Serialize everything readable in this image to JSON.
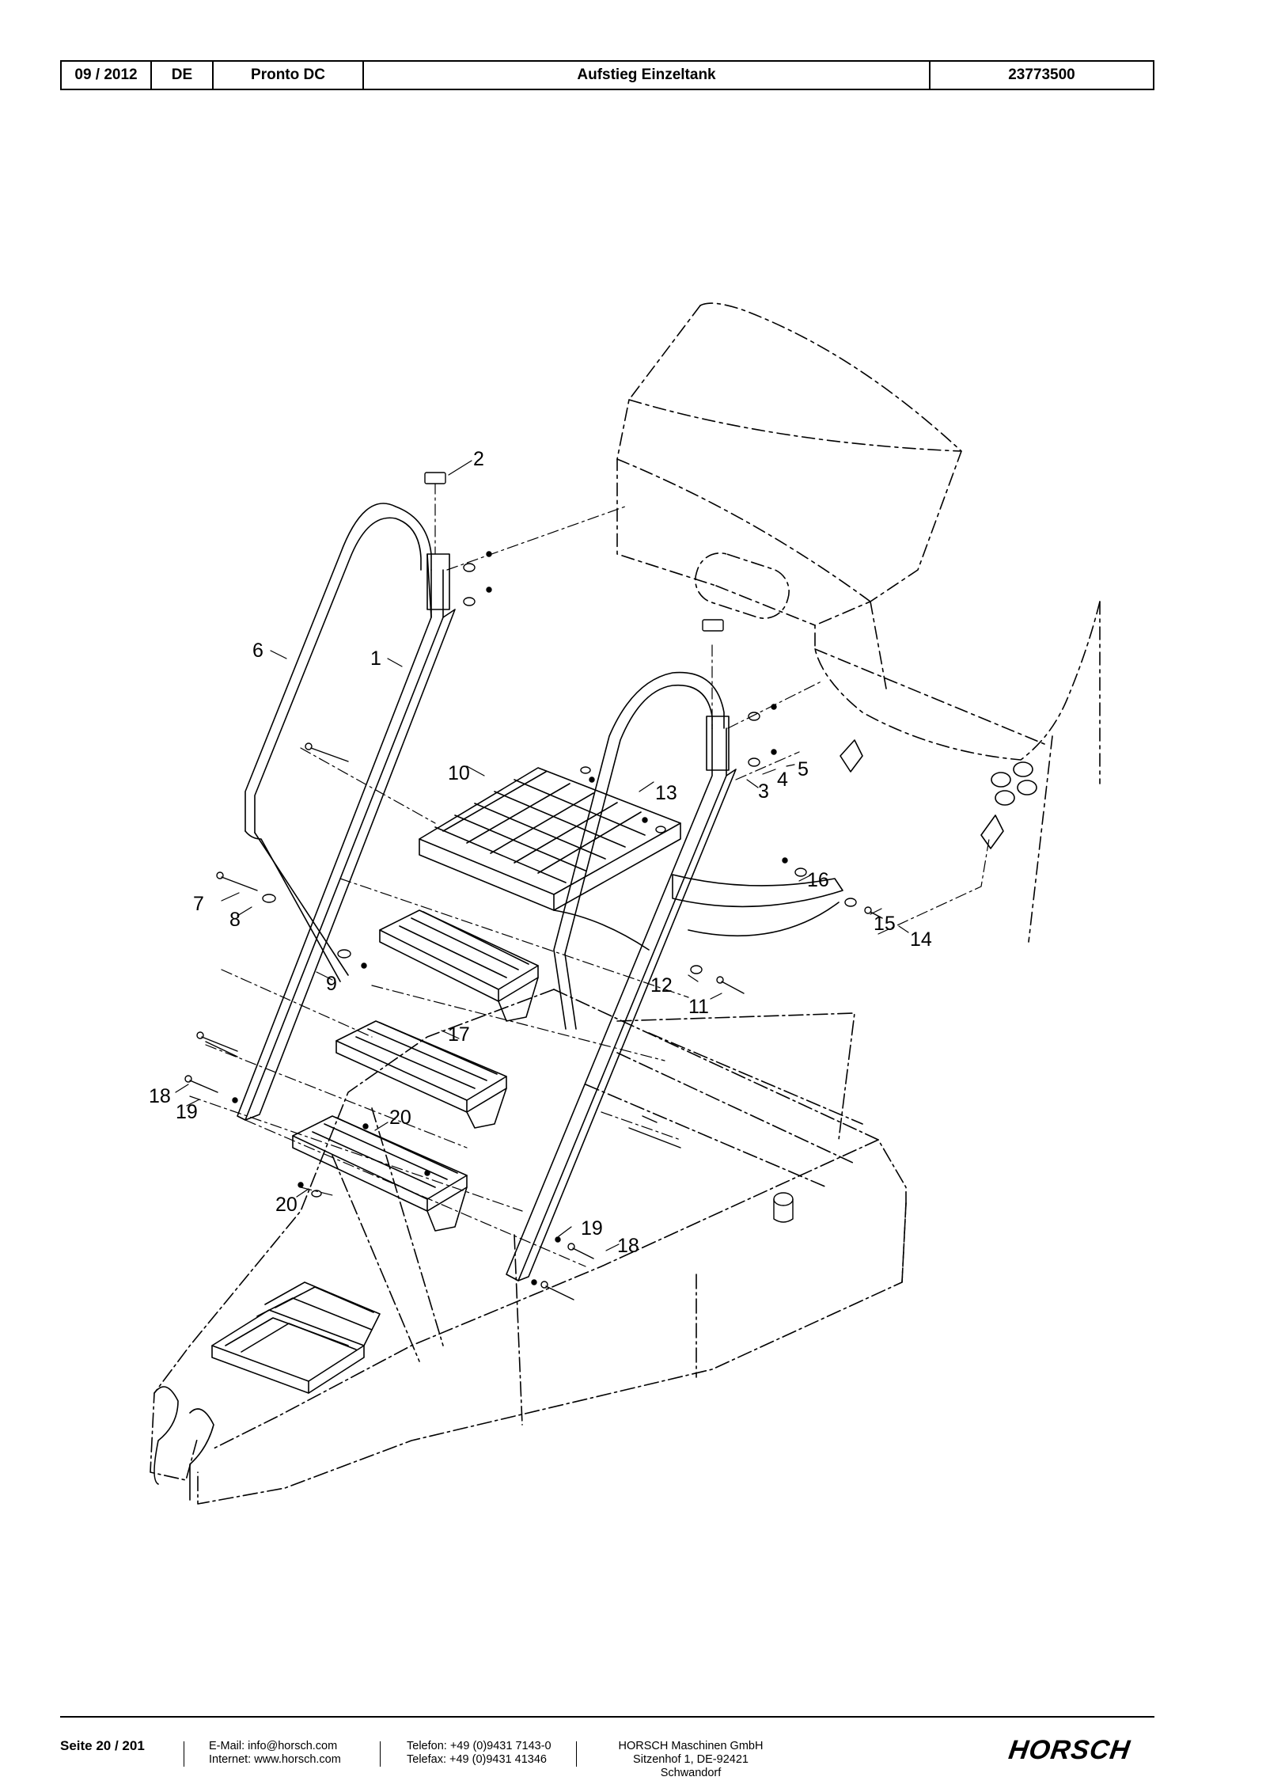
{
  "header": {
    "date": "09 / 2012",
    "language": "DE",
    "model": "Pronto DC",
    "title": "Aufstieg Einzeltank",
    "part_number": "23773500"
  },
  "callouts": {
    "c1": "1",
    "c2": "2",
    "c3": "3",
    "c4": "4",
    "c5": "5",
    "c6": "6",
    "c7": "7",
    "c8": "8",
    "c9": "9",
    "c10": "10",
    "c11": "11",
    "c12": "12",
    "c13": "13",
    "c14": "14",
    "c15": "15",
    "c16": "16",
    "c17": "17",
    "c18a": "18",
    "c18b": "18",
    "c19a": "19",
    "c19b": "19",
    "c20a": "20",
    "c20b": "20"
  },
  "footer": {
    "page": "Seite 20 / 201",
    "email": "E-Mail: info@horsch.com",
    "internet": "Internet: www.horsch.com",
    "phone": "Telefon: +49 (0)9431 7143-0",
    "fax": "Telefax: +49 (0)9431 41346",
    "company": "HORSCH Maschinen GmbH",
    "address": "Sitzenhof 1, DE-92421 Schwandorf",
    "logo": "HORSCH"
  }
}
